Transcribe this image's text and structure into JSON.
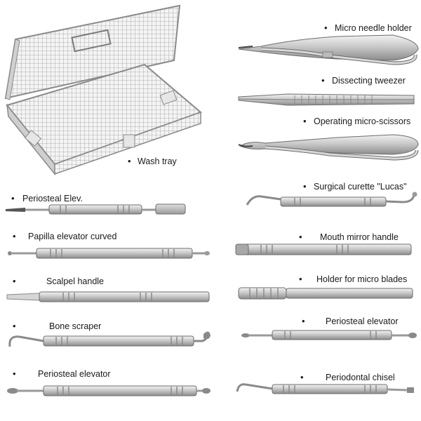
{
  "labels": {
    "wash_tray": "Wash tray",
    "micro_needle_holder": "Micro needle holder",
    "dissecting_tweezer": "Dissecting tweezer",
    "operating_micro_scissors": "Operating micro-scissors",
    "surgical_curette": "Surgical curette \"Lucas\"",
    "periosteal_elev_short": "Periosteal Elev.",
    "papilla_elevator": "Papilla elevator curved",
    "scalpel_handle": "Scalpel handle",
    "bone_scraper": "Bone scraper",
    "periosteal_elevator_left": "Periosteal elevator",
    "mouth_mirror_handle": "Mouth mirror handle",
    "holder_micro_blades": "Holder for micro blades",
    "periosteal_elevator_right": "Periosteal elevator",
    "periodontal_chisel": "Periodontal chisel"
  },
  "bullet": "•",
  "colors": {
    "steel_light": "#e4e4e4",
    "steel_mid": "#b9b9b9",
    "steel_dark": "#7a7a7a",
    "outline": "#6d6d6d"
  }
}
